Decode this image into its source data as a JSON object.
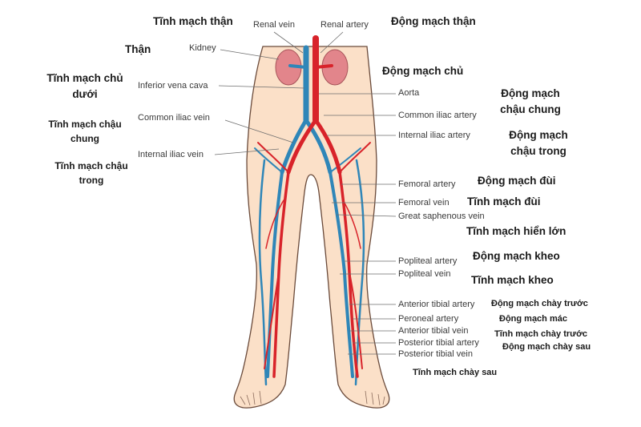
{
  "labels_en": {
    "renal_vein": "Renal vein",
    "renal_artery": "Renal artery",
    "kidney": "Kidney",
    "inferior_vena_cava": "Inferior vena cava",
    "common_iliac_vein": "Common iliac vein",
    "internal_iliac_vein": "Internal iliac vein",
    "aorta": "Aorta",
    "common_iliac_artery": "Common iliac artery",
    "internal_iliac_artery": "Internal iliac artery",
    "femoral_artery": "Femoral artery",
    "femoral_vein": "Femoral vein",
    "great_saphenous_vein": "Great saphenous vein",
    "popliteal_artery": "Popliteal artery",
    "popliteal_vein": "Popliteal vein",
    "anterior_tibial_artery": "Anterior tibial artery",
    "peroneal_artery": "Peroneal artery",
    "anterior_tibial_vein": "Anterior tibial vein",
    "posterior_tibial_artery": "Posterior tibial artery",
    "posterior_tibial_vein": "Posterior tibial vein"
  },
  "labels_vn": {
    "renal_vein": "Tĩnh mạch thận",
    "renal_artery": "Động mạch thận",
    "kidney": "Thận",
    "inferior_vena_cava_1": "Tĩnh mạch chủ",
    "inferior_vena_cava_2": "dưới",
    "common_iliac_vein_1": "Tĩnh mạch chậu",
    "common_iliac_vein_2": "chung",
    "internal_iliac_vein_1": "Tĩnh mạch chậu",
    "internal_iliac_vein_2": "trong",
    "aorta": "Động mạch chủ",
    "common_iliac_artery_1": "Động mạch",
    "common_iliac_artery_2": "chậu chung",
    "internal_iliac_artery_1": "Động mạch",
    "internal_iliac_artery_2": "chậu trong",
    "femoral_artery": "Động mạch đùi",
    "femoral_vein": "Tĩnh mạch đùi",
    "great_saphenous_vein": "Tĩnh mạch hiển lớn",
    "popliteal_artery": "Động mạch kheo",
    "popliteal_vein": "Tĩnh mạch kheo",
    "anterior_tibial_artery": "Động mạch chày trước",
    "peroneal_artery": "Động mạch mác",
    "anterior_tibial_vein": "Tĩnh mạch chày trước",
    "posterior_tibial_artery": "Động mạch chày sau",
    "posterior_tibial_vein": "Tĩnh mạch chày sau"
  },
  "colors": {
    "artery": "#d8232a",
    "vein": "#2f86b8",
    "skin": "#fbe0c8",
    "outline": "#6a4a3a",
    "kidney": "#e2858b",
    "leader": "#6e6e6e"
  }
}
